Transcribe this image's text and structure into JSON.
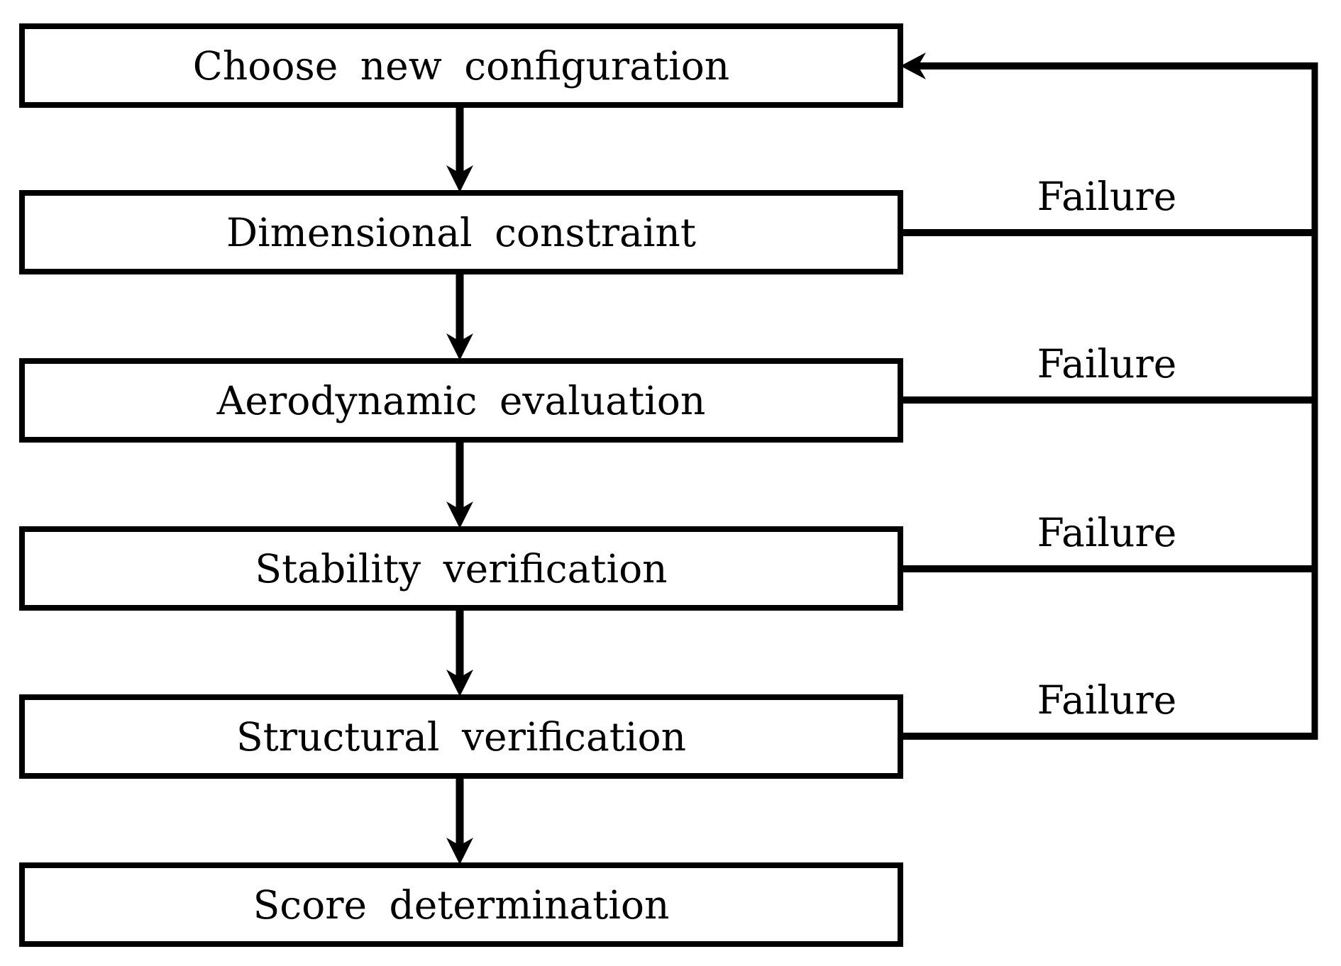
{
  "diagram": {
    "boxes": [
      {
        "label": "Choose new configuration"
      },
      {
        "label": "Dimensional constraint"
      },
      {
        "label": "Aerodynamic evaluation"
      },
      {
        "label": "Stability verification"
      },
      {
        "label": "Structural verification"
      },
      {
        "label": "Score determination"
      }
    ],
    "failure_labels": [
      {
        "text": "Failure"
      },
      {
        "text": "Failure"
      },
      {
        "text": "Failure"
      },
      {
        "text": "Failure"
      }
    ],
    "colors": {
      "line": "#000000",
      "background": "#ffffff",
      "text": "#000000"
    }
  }
}
